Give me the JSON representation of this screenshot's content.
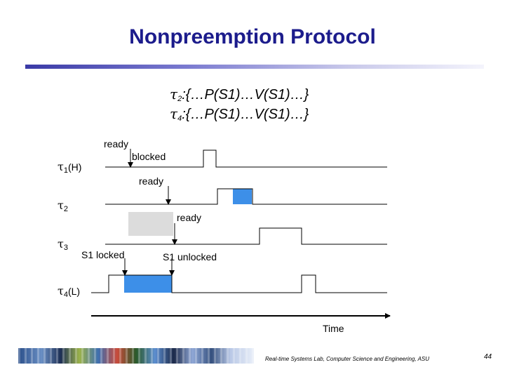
{
  "slide": {
    "title": "Nonpreemption Protocol",
    "page_number": "44",
    "footer": "Real-time Systems Lab, Computer Science and Engineering, ASU"
  },
  "specs": [
    {
      "task_symbol": "τ",
      "task_index": "2",
      "body": ":{…P(S1)…V(S1)…}"
    },
    {
      "task_symbol": "τ",
      "task_index": "4",
      "body": ":{…P(S1)…V(S1)…}"
    }
  ],
  "tasks": [
    {
      "symbol": "τ",
      "index": "1",
      "suffix": "(H)"
    },
    {
      "symbol": "τ",
      "index": "2",
      "suffix": ""
    },
    {
      "symbol": "τ",
      "index": "3",
      "suffix": ""
    },
    {
      "symbol": "τ",
      "index": "4",
      "suffix": "(L)"
    }
  ],
  "annotations": {
    "tau1_ready": "ready",
    "tau1_blocked": "blocked",
    "tau2_ready": "ready",
    "tau3_ready": "ready",
    "s1_locked": "S1 locked",
    "s1_unlocked": "S1 unlocked"
  },
  "time_axis_label": "Time",
  "colors": {
    "title": "#1c1c8c",
    "critical_section": "#3d8fe8",
    "blocked_fill": "#dcdcdc"
  }
}
